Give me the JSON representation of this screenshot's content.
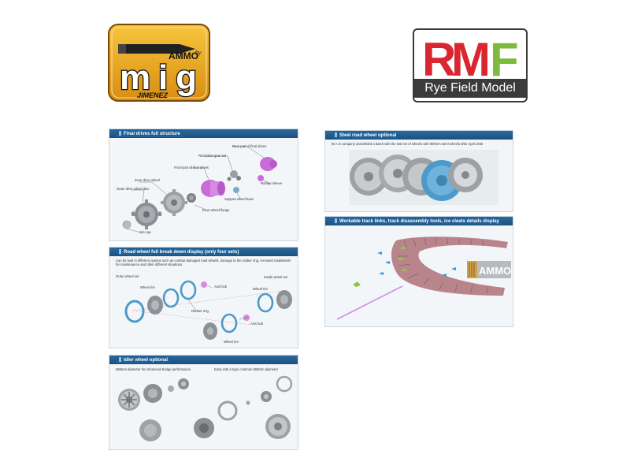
{
  "logos": {
    "ammo": {
      "small": "AMMO",
      "by": "by",
      "main": "mig",
      "sub": "JIMENEZ"
    },
    "rmf": {
      "letters": "RMF",
      "name": "Rye Field Model"
    }
  },
  "panels": {
    "final_drives": {
      "title": "Final drives full structure",
      "labels": {
        "rear_part": "Rear part of final drives",
        "reduction_gear": "Reduction gear set",
        "front_part": "Front part of final drives",
        "rubber_sleeve": "Rubber sleeve",
        "inner_drive_wheel": "Inner drive wheel",
        "support_wheel_base": "Support wheel base",
        "outer_drive_wheel_disc": "Outer drive wheel disc",
        "drive_wheel_flange": "Drive wheel flange",
        "hub_cap": "Hub cap"
      }
    },
    "road_wheel": {
      "title": "Road wheel full break down display (only four sets)",
      "description": "Can be built in different options such as combat damaged road wheels, damage to the rubber ring, removed roadwheels for maintenance and other different situations.",
      "labels": {
        "outer_wheel_set": "Outer wheel set",
        "inside_wheel_set": "Inside wheel set",
        "wheel_rim_left": "Wheel rim",
        "axis_hub_top": "Axis hub",
        "wheel_rim_right": "Wheel rim",
        "rubber_ring": "Rubber ring",
        "axis_hub_bottom": "Axis hub",
        "wheel_rim_bottom": "Wheel rim"
      }
    },
    "idler_wheel": {
      "title": "Idler wheel optional",
      "labels": {
        "left_option": "665mm diameter for enhanced sludge performance",
        "right_option": "Early with A-type common 600mm diameter"
      }
    },
    "steel_road_wheel": {
      "title": "Steel road wheel optional",
      "description": "M.A.N company assembled a batch with the last set of wheels with 800mm steel wheels after April 1945"
    },
    "track_links": {
      "title": "Workable track links, track disassembly tools, ice cleats details display",
      "ammo_badge": "AMMO"
    }
  },
  "colors": {
    "panel_head": "#1d4f7c",
    "panel_bg": "#f2f6f9",
    "rmf_red": "#d92631",
    "rmf_green": "#7dbb3c",
    "track_pink": "#b9858c",
    "wheel_blue": "#4b9ac9",
    "part_magenta": "#c96bd8"
  }
}
